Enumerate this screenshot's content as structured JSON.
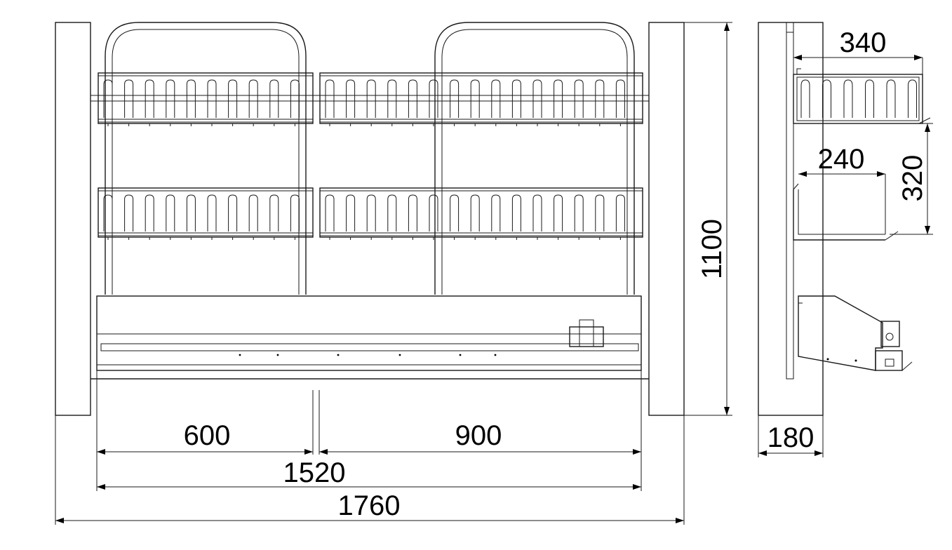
{
  "diagram": {
    "type": "technical-drawing",
    "front_view": {
      "dimensions": {
        "left_basket_width": "600",
        "right_basket_width": "900",
        "inner_width": "1520",
        "overall_width": "1760",
        "overall_height": "1100"
      },
      "basket_tiers": 2
    },
    "side_view": {
      "dimensions": {
        "upper_basket_depth": "340",
        "lower_basket_depth": "240",
        "basket_spacing": "320",
        "cabinet_depth": "180"
      }
    }
  }
}
